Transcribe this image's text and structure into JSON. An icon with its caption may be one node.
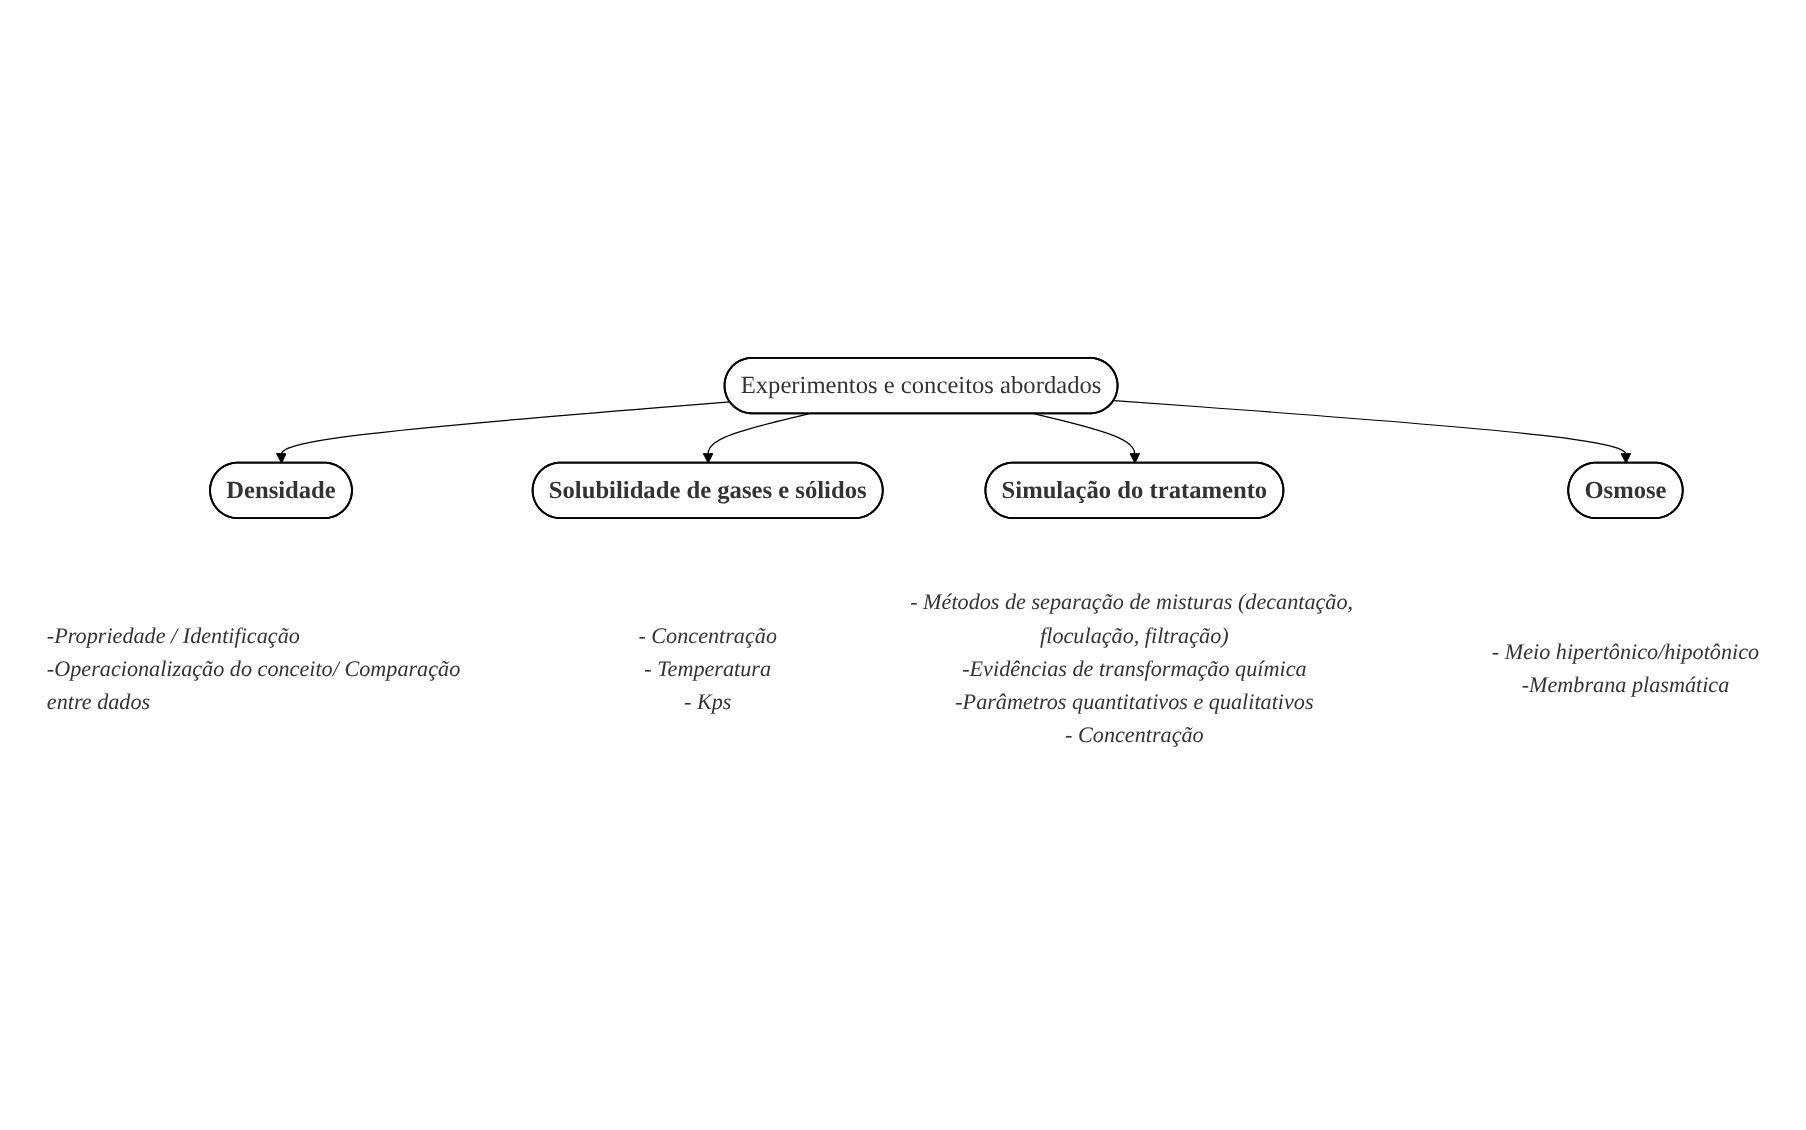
{
  "diagram": {
    "nodes": [
      {
        "text": [
          "Experimentos e conceitos abordados"
        ]
      },
      {
        "text": [
          "Densidade"
        ],
        "beside": [
          "-Propriedade / Identificação",
          "-Operacionalização do conceito/ Comparação entre dados"
        ]
      },
      {
        "text": [
          "Solubilidade de gases e sólidos"
        ],
        "beside": [
          "- Concentração",
          "- Temperatura",
          "- Kps"
        ]
      },
      {
        "text": [
          "Simulação do tratamento"
        ],
        "beside": [
          "- Métodos de separação de misturas (decantação, floculação, filtração)",
          "-Evidências de transformação química",
          "-Parâmetros quantitativos e qualitativos",
          "- Concentração"
        ]
      },
      {
        "text": [
          "Osmose"
        ],
        "beside": [
          "- Meio hipertônico/hipotônico",
          "-Membrana plasmática"
        ]
      }
    ],
    "edges": [
      {
        "from": 0,
        "to": 1,
        "arrow": "to"
      },
      {
        "from": 0,
        "to": 2,
        "arrow": "to"
      },
      {
        "from": 0,
        "to": 3,
        "arrow": "to"
      },
      {
        "from": 0,
        "to": 4,
        "arrow": "to"
      }
    ]
  }
}
